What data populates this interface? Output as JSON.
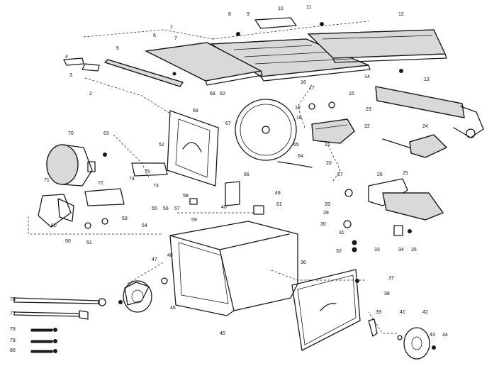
{
  "diagram": {
    "callouts": [
      "1",
      "2",
      "3",
      "4",
      "5",
      "6",
      "7",
      "8",
      "9",
      "10",
      "11",
      "12",
      "13",
      "14",
      "15",
      "16",
      "17",
      "18",
      "19",
      "20",
      "21",
      "22",
      "23",
      "24",
      "25",
      "26",
      "27",
      "28",
      "29",
      "30",
      "31",
      "32",
      "33",
      "34",
      "35",
      "36",
      "37",
      "38",
      "39",
      "40",
      "41",
      "42",
      "43",
      "44",
      "45",
      "46",
      "47",
      "48",
      "49",
      "50",
      "51",
      "52",
      "53",
      "54",
      "55",
      "56",
      "57",
      "58",
      "59",
      "60",
      "61",
      "62",
      "63",
      "64",
      "65",
      "66",
      "67",
      "68",
      "69",
      "70",
      "71",
      "72",
      "73",
      "74",
      "75",
      "76",
      "77",
      "78",
      "79",
      "80"
    ]
  }
}
